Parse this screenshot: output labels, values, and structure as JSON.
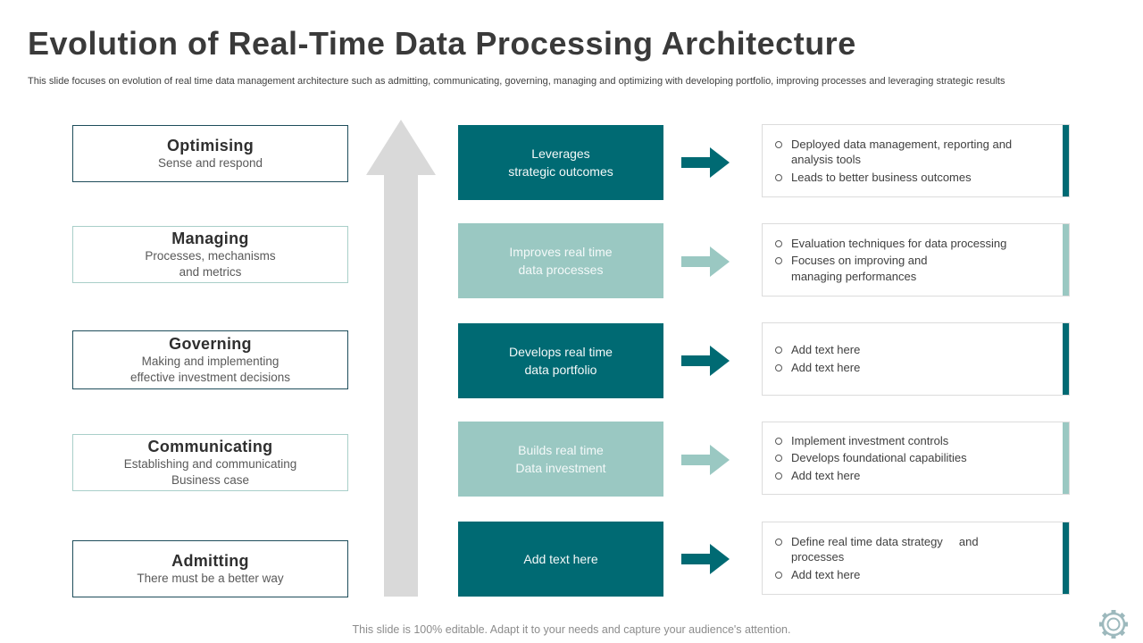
{
  "slide": {
    "title": "Evolution of Real-Time Data Processing Architecture",
    "subtitle": "This slide focuses on evolution of real time data management architecture such as admitting, communicating, governing, managing and optimizing with developing portfolio, improving processes and leveraging strategic results",
    "footer": "This slide is 100% editable. Adapt it to your needs and capture your audience's attention."
  },
  "colors": {
    "dark_teal": "#006a73",
    "light_teal": "#9ac8c2",
    "arrow_gray": "#d9d9d9",
    "stage_border_dark": "#1e4d5b",
    "stage_border_light": "#a9cfc9"
  },
  "icons": {
    "big_up_arrow": "up-arrow",
    "row_arrow": "right-arrow",
    "gear": "gear-icon"
  },
  "rows": [
    {
      "stage": "Optimising",
      "desc": "Sense and respond",
      "action": "Leverages\nstrategic outcomes",
      "tone": "dark",
      "bullets": [
        "Deployed data management, reporting and\nanalysis tools",
        "Leads to better business outcomes"
      ]
    },
    {
      "stage": "Managing",
      "desc": "Processes, mechanisms\nand metrics",
      "action": "Improves real time\ndata processes",
      "tone": "light",
      "bullets": [
        "Evaluation techniques for data processing",
        "Focuses on improving and\nmanaging performances"
      ]
    },
    {
      "stage": "Governing",
      "desc": "Making and implementing\neffective investment decisions",
      "action": "Develops real time\ndata portfolio",
      "tone": "dark",
      "bullets": [
        "Add text here",
        "Add text here"
      ]
    },
    {
      "stage": "Communicating",
      "desc": "Establishing and communicating\nBusiness case",
      "action": "Builds real time\nData investment",
      "tone": "light",
      "bullets": [
        "Implement investment controls",
        "Develops foundational capabilities",
        "Add text here"
      ]
    },
    {
      "stage": "Admitting",
      "desc": "There must be a better way",
      "action": "Add text here",
      "tone": "dark",
      "bullets": [
        "Define real time data strategy     and\nprocesses",
        "Add text here"
      ]
    }
  ]
}
